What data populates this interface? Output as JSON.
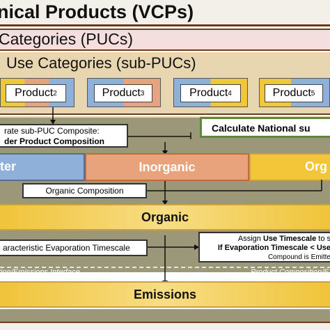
{
  "title": "nical Products (VCPs)",
  "puc_label": "Categories (PUCs)",
  "subpuc_label": "Use Categories (sub-PUCs)",
  "products": [
    {
      "name": "Product",
      "sub": "2"
    },
    {
      "name": "Product",
      "sub": "3"
    },
    {
      "name": "Product",
      "sub": "4"
    },
    {
      "name": "Product",
      "sub": "5"
    }
  ],
  "composite_box": {
    "line1": "rate sub-PUC Composite:",
    "line2": "der Product Composition"
  },
  "national_box": "Calculate National su",
  "categories": {
    "left": "ter",
    "middle": "Inorganic",
    "right": "Org"
  },
  "organic_composition": "Organic Composition",
  "organic": "Organic",
  "evaporation_box": "aracteristic Evaporation Timescale",
  "assign_box": {
    "line1_pre": "Assign ",
    "line1_bold": "Use Timescale",
    "line1_post": " to s",
    "line2_pre": "If ",
    "line2_bold": "Evaporation Timescale",
    "line2_post": " < ",
    "line2_tail": "Use",
    "line3": "Compound is Emitte"
  },
  "interface_left": "tion/Emissions Interface",
  "interface_right": "Product Composition/E",
  "emissions": "Emissions",
  "colors": {
    "gold_band": "#f0c43a",
    "tan_band": "#e9d6b0",
    "pink_band": "#f2dcdc",
    "olive_panel": "#9a9878",
    "dark_border": "#7a4a20",
    "blue": "#8fb0d8",
    "orange": "#e8a27c",
    "green_border": "#5a8a3a"
  }
}
